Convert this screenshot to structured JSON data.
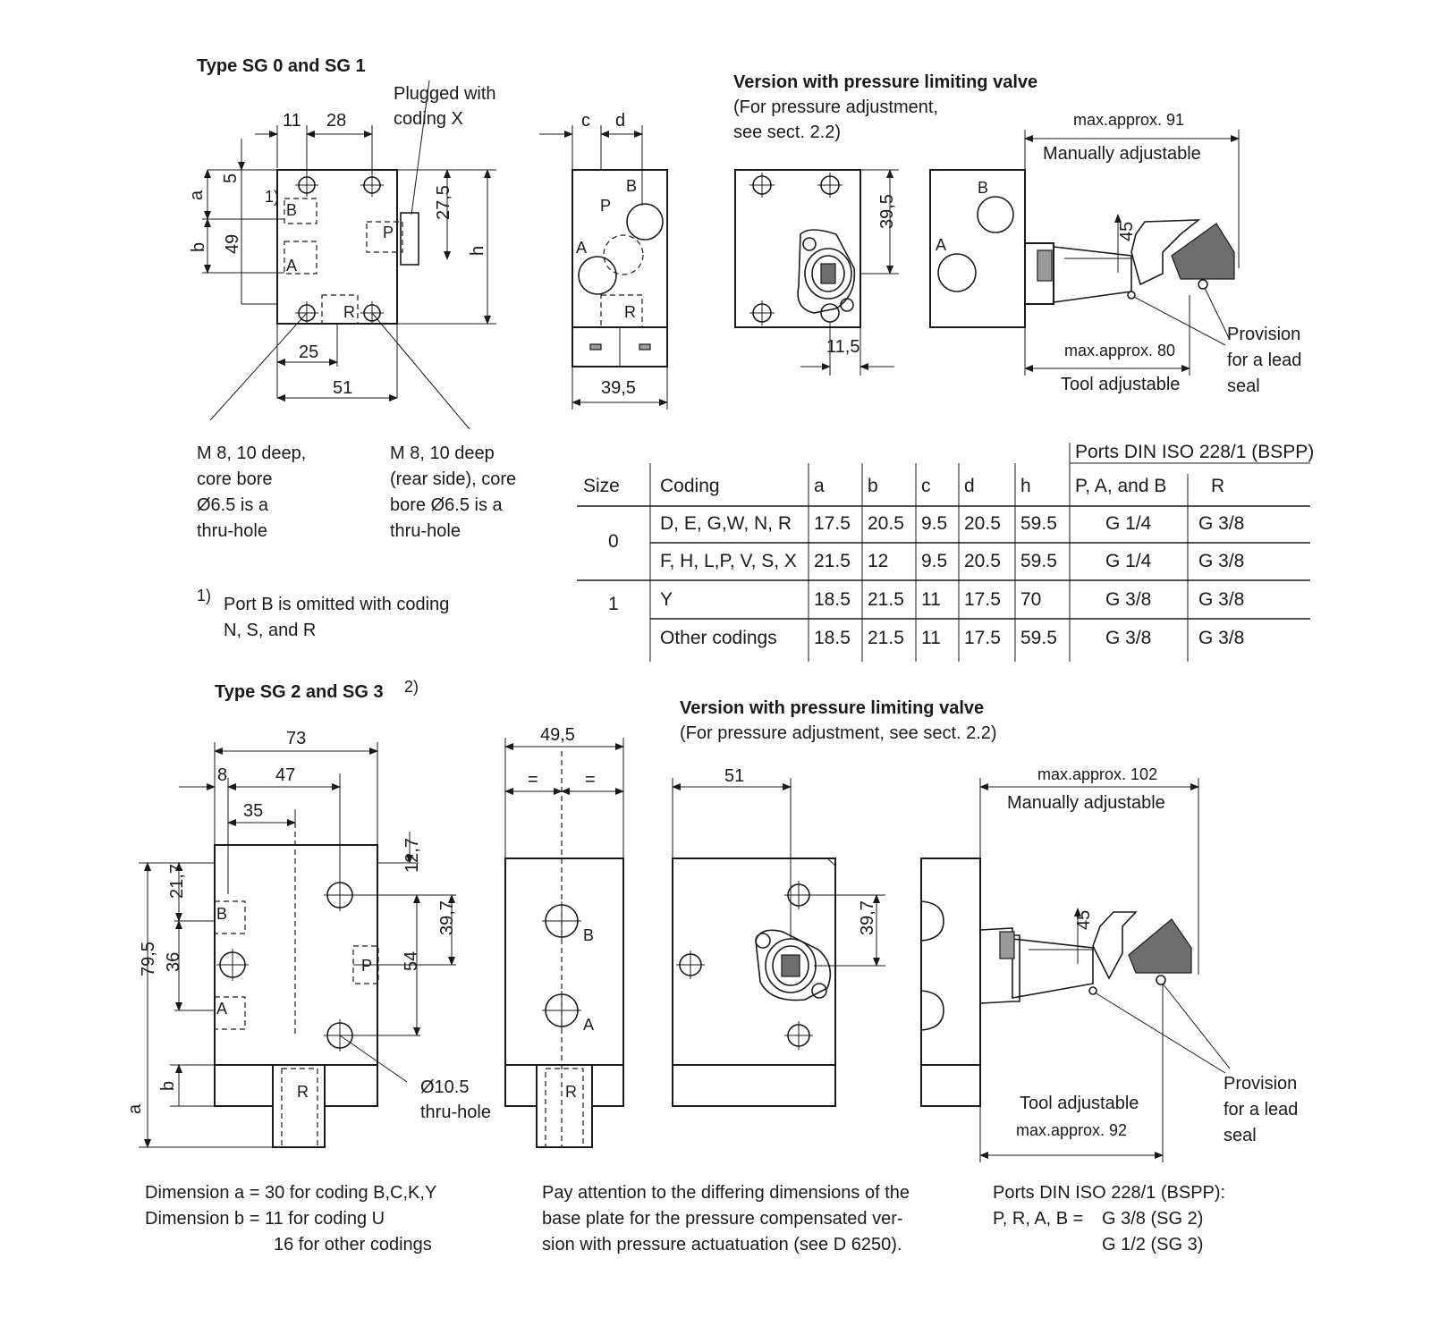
{
  "top": {
    "heading": "Type SG 0 and SG 1",
    "plugged_note": [
      "Plugged with",
      "coding X"
    ],
    "dims": {
      "d11": "11",
      "d28": "28",
      "d5": "5",
      "a": "a",
      "b": "b",
      "d49": "49",
      "d27_5": "27,5",
      "h": "h",
      "d25": "25",
      "d51": "51",
      "c": "c",
      "d": "d",
      "d39_5": "39,5",
      "d39_5v": "39,5",
      "d11_5": "11,5",
      "d45": "45"
    },
    "ports": {
      "B": "B",
      "A": "A",
      "P": "P",
      "R": "R",
      "sup1": "1)"
    },
    "m8_front": [
      "M 8, 10 deep,",
      "core bore",
      "Ø6.5 is a",
      "thru-hole"
    ],
    "m8_rear": [
      "M 8, 10 deep",
      "(rear side), core",
      "bore Ø6.5 is a",
      "thru-hole"
    ],
    "footnote_mark": "1)",
    "footnote": [
      "Port B is omitted with coding",
      "N, S, and R"
    ],
    "version_title": "Version with pressure limiting valve",
    "version_sub": [
      "(For pressure adjustment,",
      "see sect. 2.2)"
    ],
    "max91": "max.approx. 91",
    "manual": "Manually adjustable",
    "max80": "max.approx. 80",
    "tool": "Tool adjustable",
    "seal": [
      "Provision",
      "for a lead",
      "seal"
    ]
  },
  "table": {
    "group_header": "Ports DIN ISO 228/1 (BSPP)",
    "headers": [
      "Size",
      "Coding",
      "a",
      "b",
      "c",
      "d",
      "h",
      "P, A, and B",
      "R"
    ],
    "rows": [
      {
        "size": "0",
        "coding": "D, E, G,W, N, R",
        "a": "17.5",
        "b": "20.5",
        "c": "9.5",
        "d": "20.5",
        "h": "59.5",
        "pab": "G 1/4",
        "r": "G 3/8"
      },
      {
        "size": "",
        "coding": "F, H, L,P, V, S, X",
        "a": "21.5",
        "b": "12",
        "c": "9.5",
        "d": "20.5",
        "h": "59.5",
        "pab": "G 1/4",
        "r": "G 3/8"
      },
      {
        "size": "1",
        "coding": "Y",
        "a": "18.5",
        "b": "21.5",
        "c": "11",
        "d": "17.5",
        "h": "70",
        "pab": "G 3/8",
        "r": "G 3/8"
      },
      {
        "size": "",
        "coding": "Other codings",
        "a": "18.5",
        "b": "21.5",
        "c": "11",
        "d": "17.5",
        "h": "59.5",
        "pab": "G 3/8",
        "r": "G 3/8"
      }
    ]
  },
  "bottom": {
    "heading": "Type SG 2 and SG 3",
    "heading_sup": "2)",
    "dims": {
      "d73": "73",
      "d8": "8",
      "d47": "47",
      "d35": "35",
      "d79_5": "79,5",
      "d21_7": "21,7",
      "d36": "36",
      "d12_7": "12,7",
      "d39_7": "39,7",
      "d54": "54",
      "a": "a",
      "b": "b",
      "d49_5": "49,5",
      "eq": "=",
      "d51": "51",
      "d39_7b": "39,7",
      "d45": "45"
    },
    "ports": {
      "B": "B",
      "A": "A",
      "P": "P",
      "R": "R"
    },
    "hole_note": [
      "Ø10.5",
      "thru-hole"
    ],
    "version_title": "Version with pressure limiting valve",
    "version_sub": "(For pressure adjustment, see sect. 2.2)",
    "max102": "max.approx. 102",
    "manual": "Manually adjustable",
    "tool": "Tool adjustable",
    "max92": "max.approx. 92",
    "seal": [
      "Provision",
      "for a lead",
      "seal"
    ],
    "note_dims": [
      "Dimension a = 30 for coding B,C,K,Y",
      "Dimension b = 11 for coding U",
      "16 for other codings"
    ],
    "note_attention": [
      "Pay attention to the differing dimensions of the",
      "base plate for the pressure compensated ver-",
      "sion with pressure actuatuation (see D 6250)."
    ],
    "note_ports": [
      "Ports DIN ISO 228/1 (BSPP):",
      "P, R, A, B =",
      "G 3/8 (SG 2)",
      "G 1/2 (SG 3)"
    ]
  }
}
